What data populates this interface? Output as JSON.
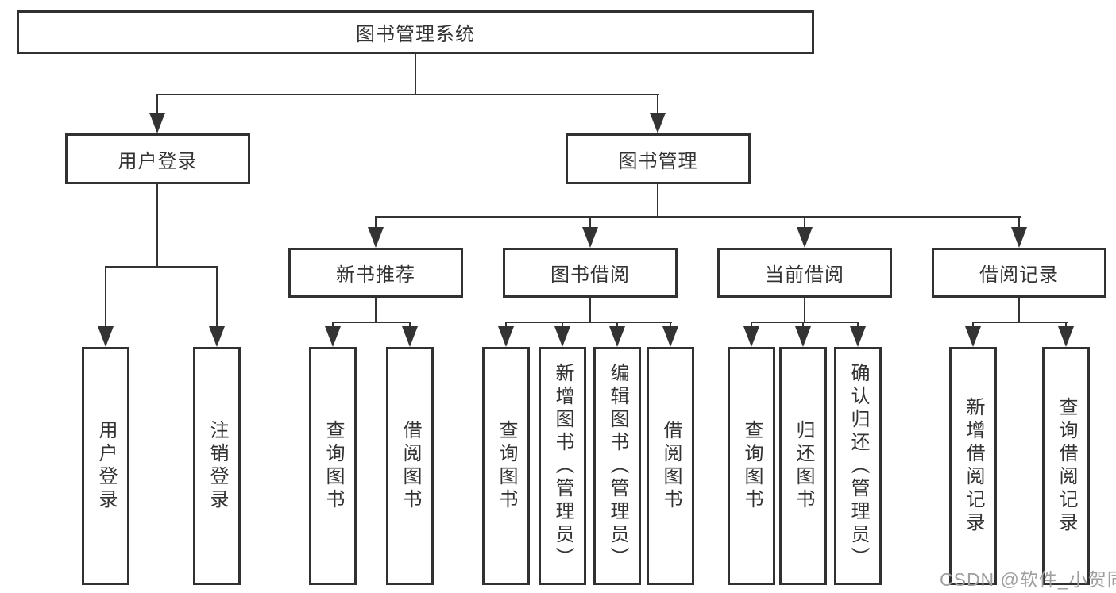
{
  "nodes": {
    "root": "图书管理系统",
    "user_login": "用户登录",
    "book_mgmt": "图书管理",
    "new_book_rec": "新书推荐",
    "book_borrow": "图书借阅",
    "current_borrow": "当前借阅",
    "borrow_record": "借阅记录",
    "ul_user_login": "用户登录",
    "ul_logout": "注销登录",
    "nbr_query_book": "查询图书",
    "nbr_borrow_book": "借阅图书",
    "bb_query_book": "查询图书",
    "bb_add_book": "新增图书（管理员）",
    "bb_edit_book": "编辑图书（管理员）",
    "bb_borrow_book": "借阅图书",
    "cb_query_book": "查询图书",
    "cb_return_book": "归还图书",
    "cb_confirm_return": "确认归还（管理员）",
    "br_add_record": "新增借阅记录",
    "br_query_record": "查询借阅记录"
  },
  "watermark": "CSDN @软件_小贺同学",
  "colors": {
    "line": "#333333",
    "text": "#333333",
    "watermark": "#9f9f9f",
    "background": "#ffffff"
  }
}
